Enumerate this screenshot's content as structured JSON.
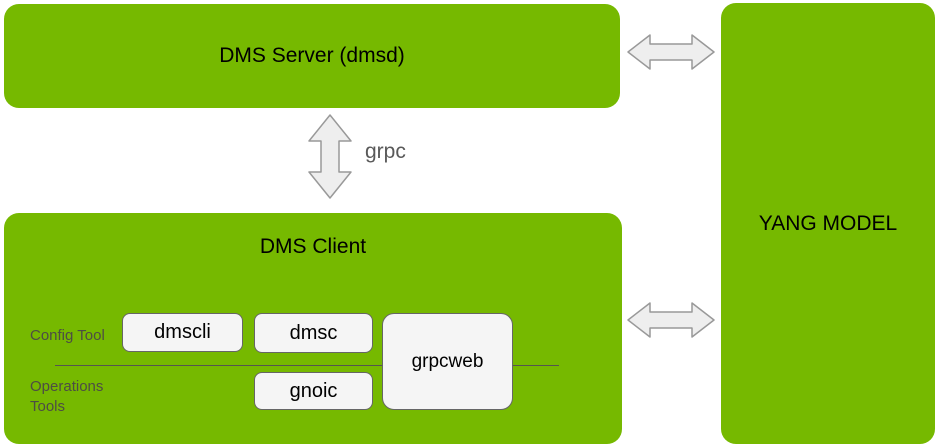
{
  "diagram": {
    "nodes": {
      "server": {
        "label": "DMS Server (dmsd)"
      },
      "client": {
        "label": "DMS Client"
      },
      "yang": {
        "label": "YANG MODEL"
      }
    },
    "client_detail": {
      "row_labels": [
        {
          "label": "Config Tool"
        },
        {
          "label": "Operations Tools"
        }
      ],
      "tools": [
        {
          "label": "dmscli"
        },
        {
          "label": "dmsc"
        },
        {
          "label": "grpcweb"
        },
        {
          "label": "gnoic"
        }
      ]
    },
    "edges": [
      {
        "from": "DMS Server (dmsd)",
        "to": "DMS Client",
        "label": "grpc",
        "direction": "bidirectional"
      },
      {
        "from": "DMS Server (dmsd)",
        "to": "YANG MODEL",
        "label": "",
        "direction": "bidirectional"
      },
      {
        "from": "DMS Client",
        "to": "YANG MODEL",
        "label": "",
        "direction": "bidirectional"
      }
    ]
  },
  "colors": {
    "node_green": "#76b900",
    "tool_fill": "#f5f5f5",
    "tool_border": "#666666",
    "arrow_fill": "#eeeeee",
    "arrow_border": "#999999",
    "row_label_gray": "#4d4d44",
    "grpc_label_gray": "#595959",
    "text_black": "#000000"
  }
}
